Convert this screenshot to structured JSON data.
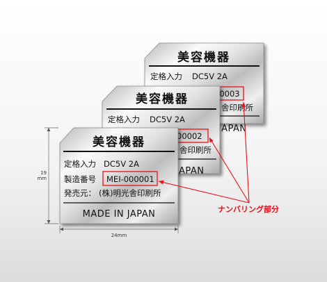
{
  "plate": {
    "title": "美容機器",
    "rating_label": "定格入力",
    "rating_value": "DC5V 2A",
    "serial_label": "製造番号",
    "maker_label": "発売元：",
    "maker_value": "(株)明光舎印刷所",
    "made_in": "MADE IN JAPAN"
  },
  "plates": [
    {
      "serial_visible": "00003",
      "maker_visible": "舎印刷所",
      "made_visible": "JAPAN"
    },
    {
      "serial_visible": "00002",
      "maker_visible": "舎印刷所",
      "made_visible": "APAN"
    },
    {
      "serial_visible": "MEI-000001"
    }
  ],
  "dimensions": {
    "height_value": "19",
    "height_unit": "mm",
    "width_label": "24mm"
  },
  "callout": {
    "label": "ナンバリング部分"
  },
  "colors": {
    "highlight": "#e8101a"
  }
}
